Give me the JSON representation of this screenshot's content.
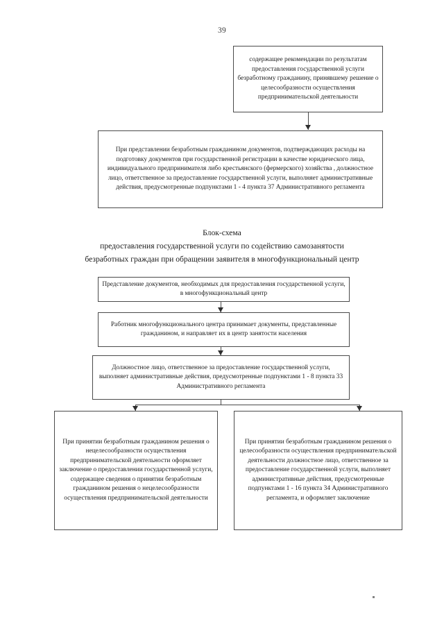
{
  "document": {
    "page_number": "39",
    "language": "ru"
  },
  "title": {
    "line1": "Блок-схема",
    "line2": "предоставления государственной услуги по содействию самозанятости",
    "line3": "безработных граждан при обращении заявителя в многофункциональный центр"
  },
  "flowchart": {
    "boxes": [
      {
        "id": "box-recommendation",
        "text": "содержащее рекомендации по результатам предоставления государственной услуги безработному гражданину, принявшему решение о целесообразности осуществления предпринимательской деятельности"
      },
      {
        "id": "box-expenses",
        "text": "При представлении безработным гражданином документов, подтверждающих расходы на подготовку документов при государственной регистрации в качестве юридического лица, индивидуального предпринимателя либо крестьянского (фермерского) хозяйства , должностное лицо, ответственное за предоставление государственной услуги, выполняет административные действия, предусмотренные подпунктами 1 - 4 пункта 37 Административного регламента"
      },
      {
        "id": "box-submit-docs",
        "text": "Представление документов, необходимых для предоставления государственной услуги, в многофункциональный центр"
      },
      {
        "id": "box-mfc-worker",
        "text": "Работник многофункционального центра принимает документы, представленные гражданином, и направляет их в центр занятости населения"
      },
      {
        "id": "box-official",
        "text": "Должностное лицо, ответственное за предоставление государственной услуги, выполняет административные действия, предусмотренные подпунктами 1 - 8 пункта 33 Административного регламента"
      },
      {
        "id": "box-negative",
        "text": "При принятии безработным гражданином решения о нецелесообразности осуществления предпринимательской деятельности оформляет заключение о предоставлении государственной услуги, содержащее сведения о принятии безработным гражданином решения о нецелесообразности осуществления предпринимательской деятельности"
      },
      {
        "id": "box-positive",
        "text": "При принятии безработным гражданином решения о целесообразности осуществления предпринимательской деятельности должностное лицо, ответственное за предоставление государственной услуги, выполняет административные действия, предусмотренные подпунктами 1 - 16 пункта 34 Административного регламента, и оформляет заключение"
      }
    ]
  },
  "colors": {
    "box_border": "#4a4a4a",
    "connector": "#4a4a4a",
    "arrowhead": "#2e2e2e",
    "text": "#1f1f1f",
    "page_background": "#ffffff"
  }
}
